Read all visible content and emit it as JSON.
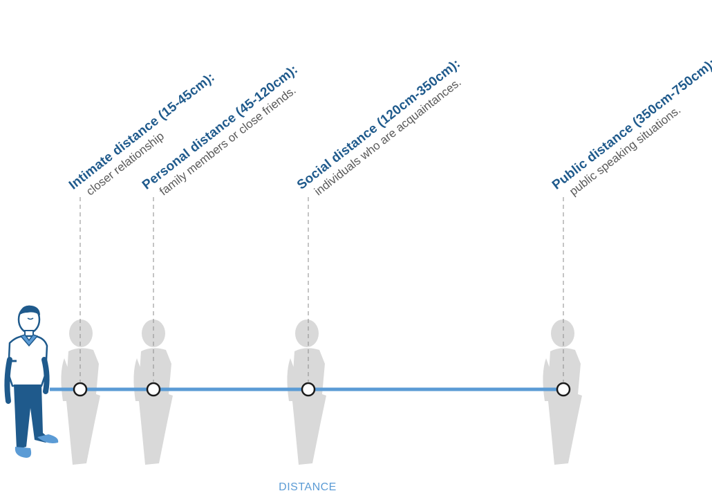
{
  "zones": [
    {
      "title": "Intimate distance (15-45cm):",
      "description": "closer relationship"
    },
    {
      "title": "Personal distance (45-120cm):",
      "description": "family members or close friends."
    },
    {
      "title": "Social distance (120cm-350cm):",
      "description": "individuals who are acquaintances."
    },
    {
      "title": "Public distance (350cm-750cm):",
      "description": "public speaking situations."
    }
  ],
  "axis_label": "DISTANCE",
  "colors": {
    "title_blue": "#1f5a8c",
    "description_gray": "#5a5a5a",
    "distance_line": "#5b9bd5",
    "person_shirt": "#ffffff",
    "person_collar": "#5b9bd5",
    "person_pants": "#1f5a8c",
    "person_skin": "#1f5a8c",
    "ghost_person": "#d9d9d9"
  }
}
